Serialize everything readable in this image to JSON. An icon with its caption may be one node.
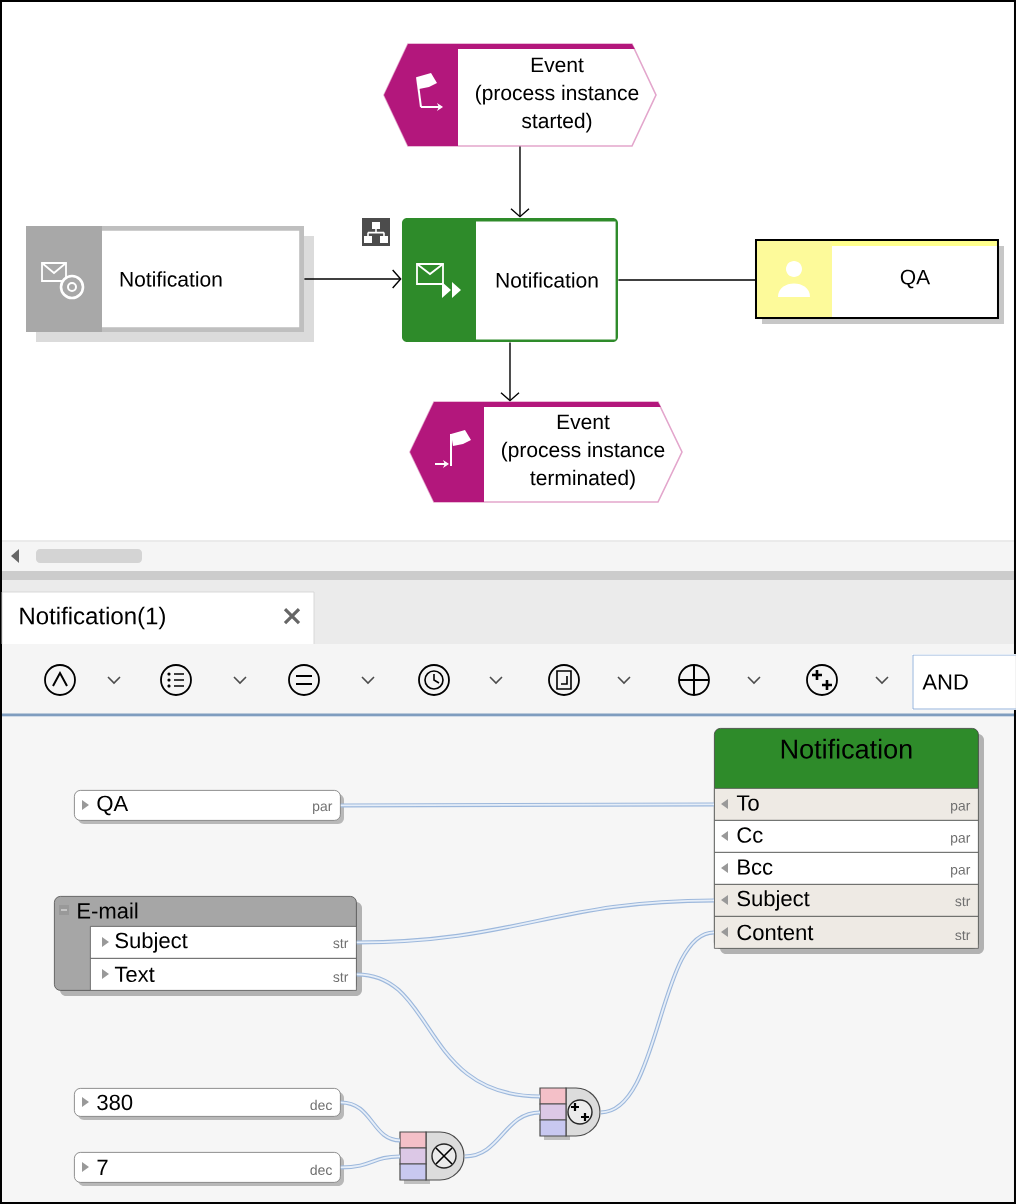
{
  "diagram": {
    "nodes": [
      {
        "text": [
          "Event (process instance started)"
        ]
      },
      {
        "text": [
          "Notification"
        ]
      },
      {
        "text": [
          "Notification"
        ]
      },
      {
        "text": [
          "QA"
        ]
      },
      {
        "text": [
          "Event (process instance terminated)"
        ]
      },
      {
        "text": [
          "Notification"
        ]
      },
      {
        "text": [
          "To",
          "par"
        ],
        "in": 5
      },
      {
        "text": [
          "Cc",
          "par"
        ],
        "in": 5
      },
      {
        "text": [
          "Bcc",
          "par"
        ],
        "in": 5
      },
      {
        "text": [
          "Subject",
          "str"
        ],
        "in": 5
      },
      {
        "text": [
          "Content",
          "str"
        ],
        "in": 5
      },
      {
        "text": [
          "QA",
          "par"
        ]
      },
      {
        "text": [
          "E-mail"
        ]
      },
      {
        "text": [
          "Subject",
          "str"
        ],
        "in": 12
      },
      {
        "text": [
          "Text",
          "str"
        ],
        "in": 12
      },
      {
        "text": [
          "380",
          "dec"
        ]
      },
      {
        "text": [
          "7",
          "dec"
        ]
      },
      {
        "text": [],
        "shape": "gate"
      },
      {
        "text": [],
        "shape": "gate"
      }
    ],
    "edges": [
      {
        "from": 0,
        "to": 2,
        "arrow": "to",
        "color": "#000000"
      },
      {
        "from": 1,
        "to": 2,
        "arrow": "to",
        "color": "#000000"
      },
      {
        "from": 2,
        "to": 3,
        "arrow": "none",
        "color": "#000000"
      },
      {
        "from": 2,
        "to": 4,
        "arrow": "to",
        "color": "#000000"
      },
      {
        "from": 11,
        "to": 6,
        "arrow": "none"
      },
      {
        "from": 13,
        "to": 9,
        "arrow": "none"
      },
      {
        "from": 14,
        "to": 18,
        "arrow": "none"
      },
      {
        "from": 15,
        "to": 17,
        "arrow": "none"
      },
      {
        "from": 16,
        "to": 17,
        "arrow": "none"
      },
      {
        "from": 17,
        "to": 18,
        "arrow": "none"
      },
      {
        "from": 18,
        "to": 10,
        "arrow": "none"
      }
    ],
    "labels": [
      "Notification(1)",
      "AND"
    ]
  }
}
